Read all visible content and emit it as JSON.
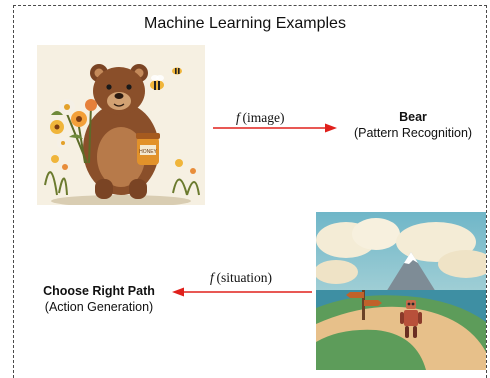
{
  "title": "Machine Learning Examples",
  "examples": [
    {
      "function_name": "f",
      "function_arg": "(image)",
      "output_label": "Bear",
      "output_description": "(Pattern Recognition)",
      "image_subject": "bear holding flowers and honey jar",
      "image_jar_text": "HONEY"
    },
    {
      "function_name": "f",
      "function_arg": "(situation)",
      "output_label": "Choose Right Path",
      "output_description": "(Action Generation)",
      "image_subject": "robot at a fork in a coastal path with signpost"
    }
  ],
  "colors": {
    "arrow": "#e0201c",
    "frame": "#4a4a4a"
  }
}
